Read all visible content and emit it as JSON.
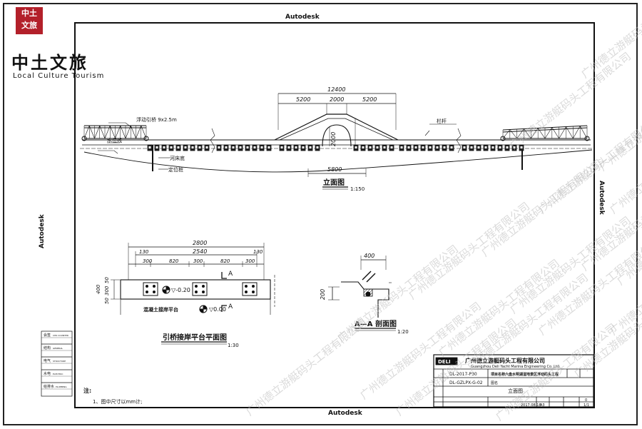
{
  "brand": {
    "logo_text": "中土\n文旅",
    "name_cn": "中土文旅",
    "name_en": "Local Culture Tourism"
  },
  "frame": {
    "autodesk_top": "Autodesk",
    "autodesk_bottom": "Autodesk",
    "autodesk_left": "Autodesk",
    "autodesk_right": "Autodesk"
  },
  "elevation": {
    "total_dim": "12400",
    "segment_dims": [
      "5200",
      "2000",
      "5200"
    ],
    "height_dim": "2000",
    "span_dim": "5800",
    "label_walkway": "浮动引桥 9x2.5m",
    "label_waterline": "水位线",
    "label_riverbed": "河床底",
    "label_pile": "定位桩",
    "label_railing": "栏杆",
    "title": "立面图",
    "scale": "1:150"
  },
  "plan": {
    "total_dim": "2800",
    "inner_dim": "2540",
    "segment_dims": [
      "130",
      "300",
      "820",
      "300",
      "820",
      "300",
      "130"
    ],
    "left_dims": [
      "50",
      "300",
      "50"
    ],
    "left_dim_400": "400",
    "elev_a": "▽-0.20",
    "elev_b": "▽0.00",
    "platform_label": "混凝土接岸平台",
    "section_a_top": "A",
    "section_a_bottom": "A",
    "title": "引桥接岸平台平面图",
    "scale": "1:30"
  },
  "section": {
    "width_dim": "400",
    "height_dim": "200",
    "title": "A—A 剖面图",
    "scale": "1:20"
  },
  "notes": {
    "heading": "注:",
    "item1": "1、图中尺寸以mm计;"
  },
  "sign_table": {
    "rows": [
      "会签",
      "结构",
      "电气",
      "水电",
      "给排水"
    ],
    "sub": [
      "CHK COUNTER",
      "GENERAL",
      "STRUCTURE",
      "ELECTRIC",
      "PLUMBING"
    ]
  },
  "title_block": {
    "company_cn": "广州德立游艇码头工程有限公司",
    "company_en": "Guangzhou Deli Yacht Marina Engineering Co.,Ltd.",
    "logo": "DELI",
    "project_no": "DL-2017-P30",
    "project_label": "项目名称",
    "project_name": "六盘水明湖湿地景区浮动码头工程",
    "drawing_no": "DL-GZLPX-G-02",
    "drawing_name_label": "图名",
    "drawing_name": "立面图",
    "date": "2017.08.18",
    "size": "A3",
    "version": "0",
    "sheet": "1/1"
  },
  "watermark": "广州德立游艇码头工程有限公司"
}
